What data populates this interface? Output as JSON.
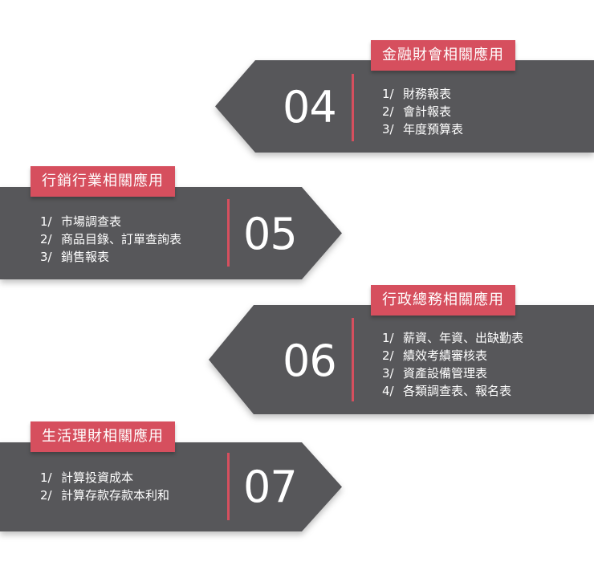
{
  "sections": [
    {
      "label": "金融財會相關應用",
      "number": "04",
      "items": [
        {
          "index": "1/",
          "text": "財務報表"
        },
        {
          "index": "2/",
          "text": "會計報表"
        },
        {
          "index": "3/",
          "text": "年度預算表"
        }
      ]
    },
    {
      "label": "行銷行業相關應用",
      "number": "05",
      "items": [
        {
          "index": "1/",
          "text": "市場調查表"
        },
        {
          "index": "2/",
          "text": "商品目錄、訂單查詢表"
        },
        {
          "index": "3/",
          "text": "銷售報表"
        }
      ]
    },
    {
      "label": "行政總務相關應用",
      "number": "06",
      "items": [
        {
          "index": "1/",
          "text": "薪資、年資、出缺勤表"
        },
        {
          "index": "2/",
          "text": "績效考績審核表"
        },
        {
          "index": "3/",
          "text": "資產設備管理表"
        },
        {
          "index": "4/",
          "text": "各類調查表、報名表"
        }
      ]
    },
    {
      "label": "生活理財相關應用",
      "number": "07",
      "items": [
        {
          "index": "1/",
          "text": "計算投資成本"
        },
        {
          "index": "2/",
          "text": "計算存款存款本利和"
        }
      ]
    }
  ],
  "colors": {
    "arrow": "#57575a",
    "accent": "#d64f5e",
    "text": "#ffffff"
  }
}
